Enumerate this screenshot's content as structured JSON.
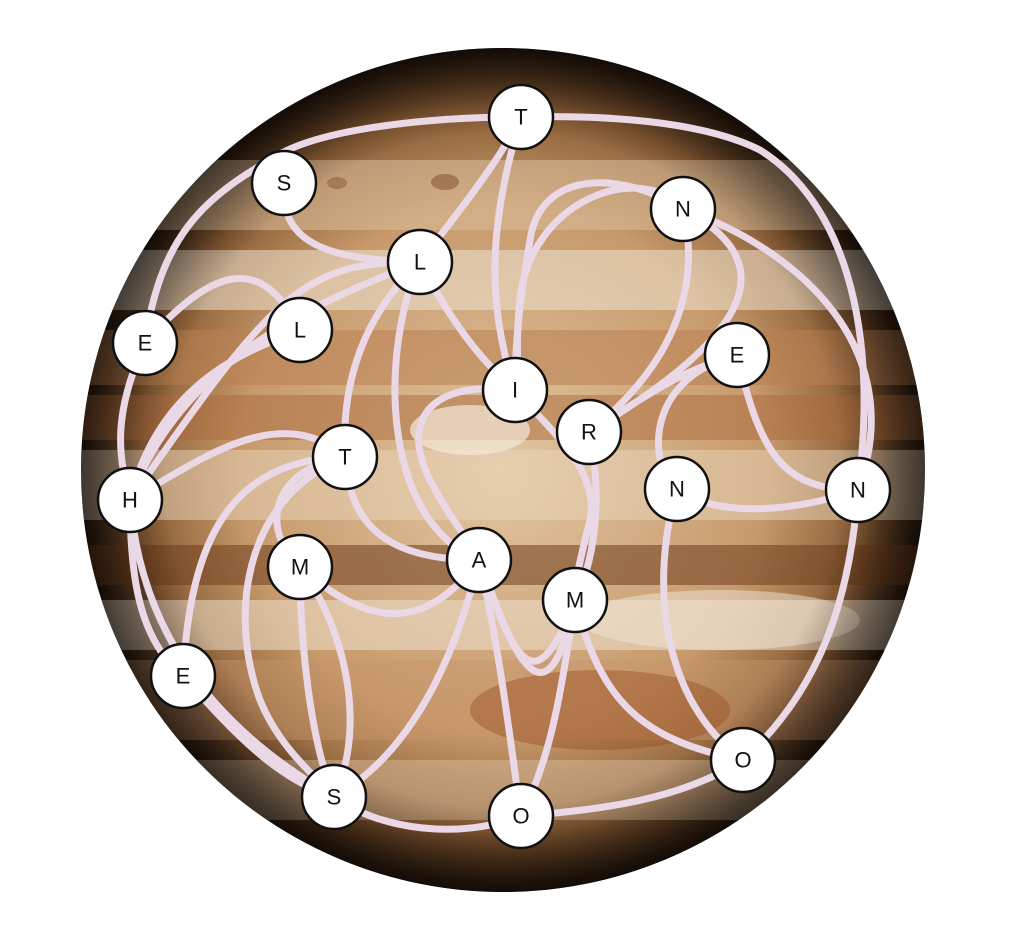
{
  "puzzle": {
    "nodes": [
      {
        "id": "n01",
        "letter": "T"
      },
      {
        "id": "n02",
        "letter": "S"
      },
      {
        "id": "n03",
        "letter": "L"
      },
      {
        "id": "n04",
        "letter": "N"
      },
      {
        "id": "n05",
        "letter": "E"
      },
      {
        "id": "n06",
        "letter": "L"
      },
      {
        "id": "n07",
        "letter": "E"
      },
      {
        "id": "n08",
        "letter": "I"
      },
      {
        "id": "n09",
        "letter": "R"
      },
      {
        "id": "n10",
        "letter": "T"
      },
      {
        "id": "n11",
        "letter": "H"
      },
      {
        "id": "n12",
        "letter": "N"
      },
      {
        "id": "n13",
        "letter": "N"
      },
      {
        "id": "n14",
        "letter": "M"
      },
      {
        "id": "n15",
        "letter": "A"
      },
      {
        "id": "n16",
        "letter": "M"
      },
      {
        "id": "n17",
        "letter": "E"
      },
      {
        "id": "n18",
        "letter": "O"
      },
      {
        "id": "n19",
        "letter": "S"
      },
      {
        "id": "n20",
        "letter": "O"
      }
    ]
  }
}
